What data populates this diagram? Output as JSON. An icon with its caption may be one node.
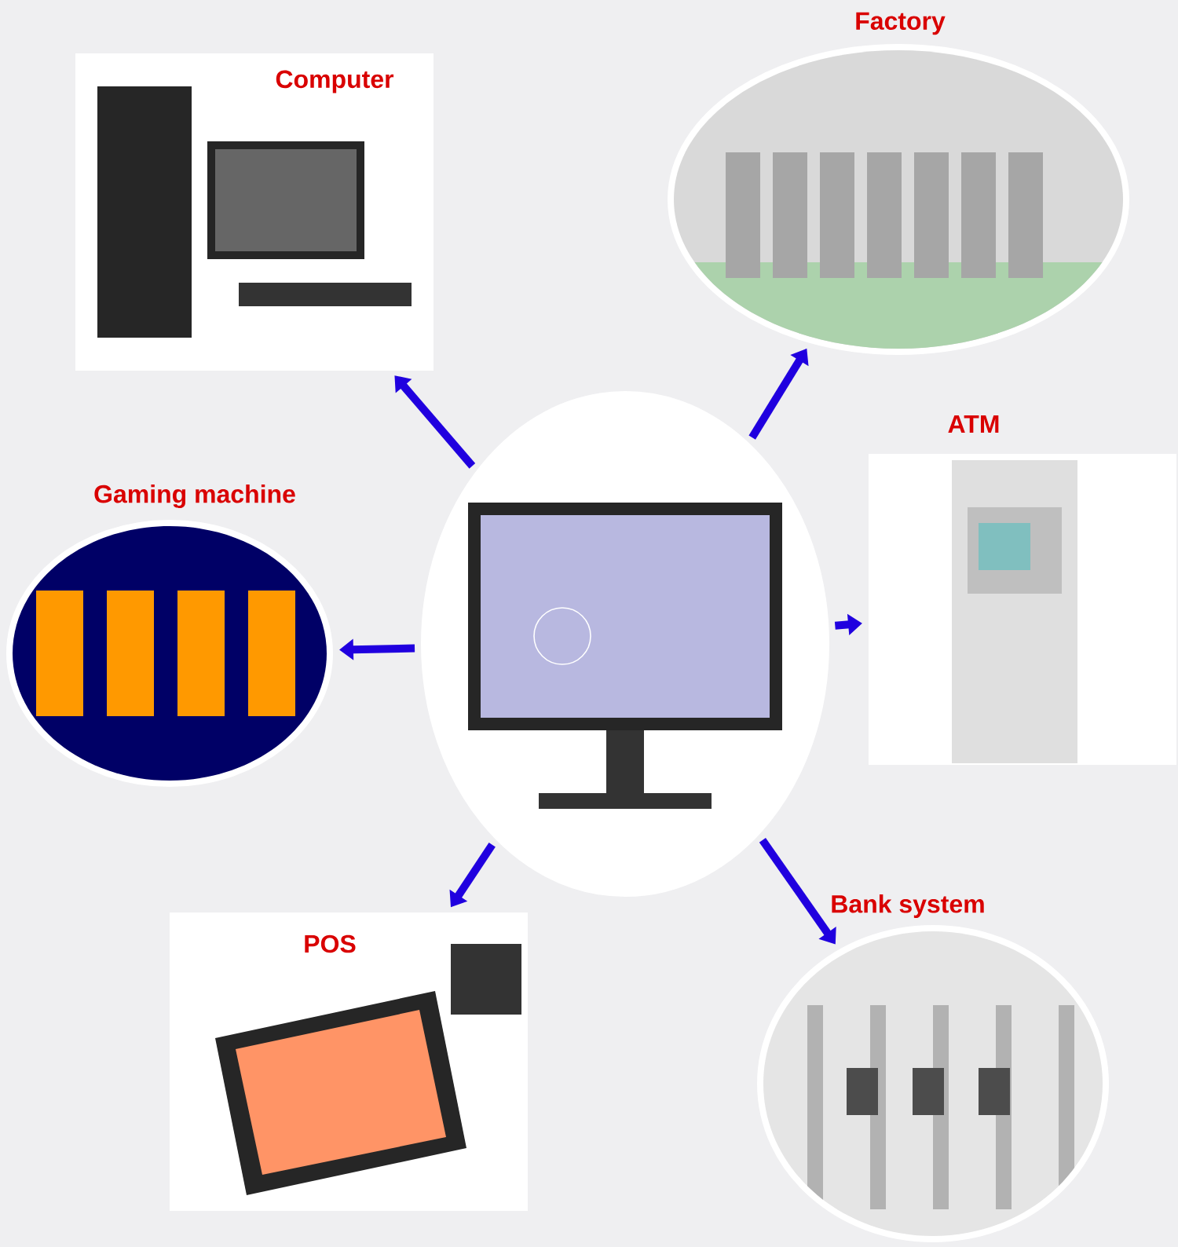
{
  "diagram": {
    "nodes": [
      {
        "text": [],
        "shape": "picture"
      },
      {
        "text": [
          "Computer"
        ]
      },
      {
        "text": [
          "Factory"
        ]
      },
      {
        "text": [
          "ATM"
        ]
      },
      {
        "text": [
          "Gaming machine"
        ]
      },
      {
        "text": [
          "POS"
        ]
      },
      {
        "text": [
          "Bank system"
        ]
      }
    ],
    "edges": [
      {
        "from": 0,
        "to": 1,
        "arrow": "to"
      },
      {
        "from": 0,
        "to": 2,
        "arrow": "to"
      },
      {
        "from": 0,
        "to": 3,
        "arrow": "to"
      },
      {
        "from": 0,
        "to": 4,
        "arrow": "to"
      },
      {
        "from": 0,
        "to": 5,
        "arrow": "to"
      },
      {
        "from": 0,
        "to": 6,
        "arrow": "to"
      }
    ]
  }
}
